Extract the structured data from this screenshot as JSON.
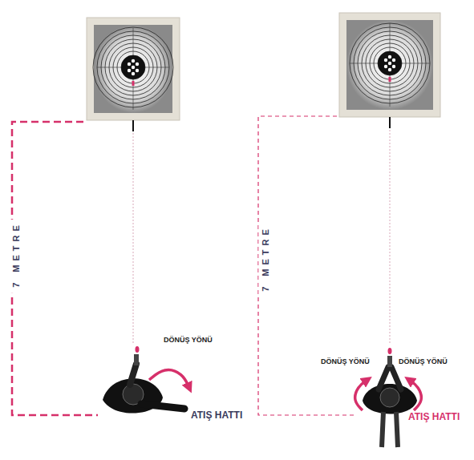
{
  "diagram": {
    "labels": [
      "7 METRE",
      "DÖNÜŞ YÖNÜ",
      "ATIŞ HATTI",
      "7 METRE",
      "DÖNÜŞ YÖNÜ",
      "DÖNÜŞ YÖNÜ",
      "ATIŞ HATTI"
    ]
  }
}
